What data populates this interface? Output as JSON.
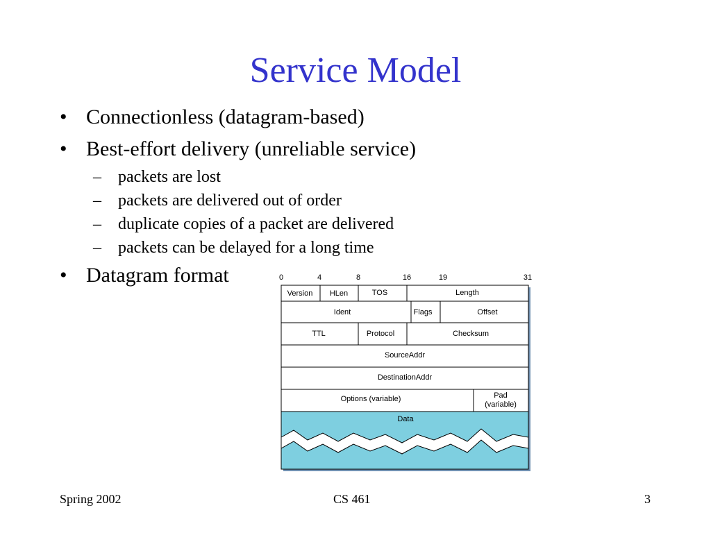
{
  "slide": {
    "title": "Service Model",
    "bullets": [
      {
        "mark": "•",
        "text": "Connectionless (datagram-based)"
      },
      {
        "mark": "•",
        "text": "Best-effort delivery (unreliable service)"
      },
      {
        "mark": "•",
        "text": "Datagram format"
      }
    ],
    "sub_bullets": [
      {
        "mark": "–",
        "text": "packets are lost"
      },
      {
        "mark": "–",
        "text": "packets are delivered out of order"
      },
      {
        "mark": "–",
        "text": "duplicate copies of a packet are delivered"
      },
      {
        "mark": "–",
        "text": "packets can be delayed for a long time"
      }
    ]
  },
  "diagram": {
    "bit_labels": [
      "0",
      "4",
      "8",
      "16",
      "19",
      "31"
    ],
    "fields": {
      "version": "Version",
      "hlen": "HLen",
      "tos": "TOS",
      "length": "Length",
      "ident": "Ident",
      "flags": "Flags",
      "offset": "Offset",
      "ttl": "TTL",
      "protocol": "Protocol",
      "checksum": "Checksum",
      "source_addr": "SourceAddr",
      "destination_addr": "DestinationAddr",
      "options": "Options (variable)",
      "pad_line1": "Pad",
      "pad_line2": "(variable)",
      "data": "Data"
    },
    "colors": {
      "data_fill": "#7ecfe0",
      "box_shadow": "#6f8fb0"
    }
  },
  "footer": {
    "left": "Spring 2002",
    "center": "CS 461",
    "right": "3"
  }
}
